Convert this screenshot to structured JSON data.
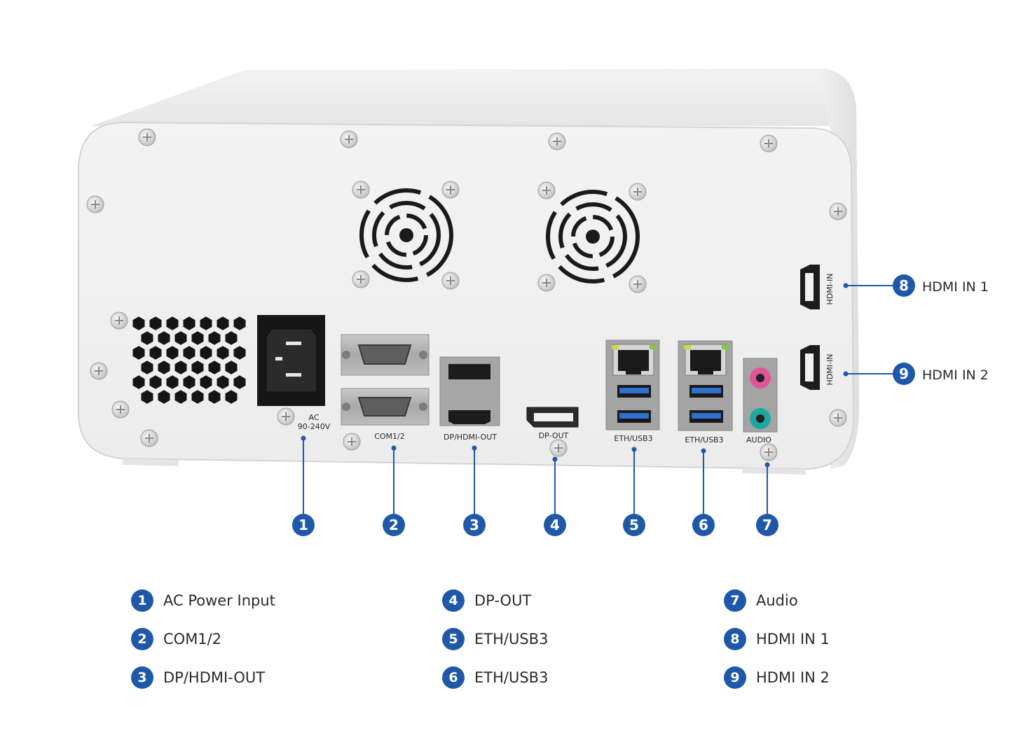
{
  "device": {
    "ports": [
      {
        "id": "1",
        "panel_label": "AC\n90-240V"
      },
      {
        "id": "2",
        "panel_label": "COM1/2"
      },
      {
        "id": "3",
        "panel_label": "DP/HDMI-OUT"
      },
      {
        "id": "4",
        "panel_label": "DP-OUT"
      },
      {
        "id": "5",
        "panel_label": "ETH/USB3"
      },
      {
        "id": "6",
        "panel_label": "ETH/USB3"
      },
      {
        "id": "7",
        "panel_label": "AUDIO"
      },
      {
        "id": "8",
        "panel_label": "HDMI-IN"
      },
      {
        "id": "9",
        "panel_label": "HDMI-IN"
      }
    ]
  },
  "side_callouts": [
    {
      "badge": "8",
      "text": "HDMI IN 1"
    },
    {
      "badge": "9",
      "text": "HDMI IN 2"
    }
  ],
  "legend": [
    {
      "badge": "1",
      "text": "AC Power Input"
    },
    {
      "badge": "2",
      "text": "COM1/2"
    },
    {
      "badge": "3",
      "text": "DP/HDMI-OUT"
    },
    {
      "badge": "4",
      "text": "DP-OUT"
    },
    {
      "badge": "5",
      "text": "ETH/USB3"
    },
    {
      "badge": "6",
      "text": "ETH/USB3"
    },
    {
      "badge": "7",
      "text": "Audio"
    },
    {
      "badge": "8",
      "text": "HDMI IN 1"
    },
    {
      "badge": "9",
      "text": "HDMI IN 2"
    }
  ],
  "colors": {
    "badge": "#1f58a8",
    "usb": "#2f6fd0",
    "audio_pink": "#e0559a",
    "audio_green": "#1fa8a0",
    "led_green": "#7fc83a",
    "led_yellow": "#c8d84a"
  }
}
